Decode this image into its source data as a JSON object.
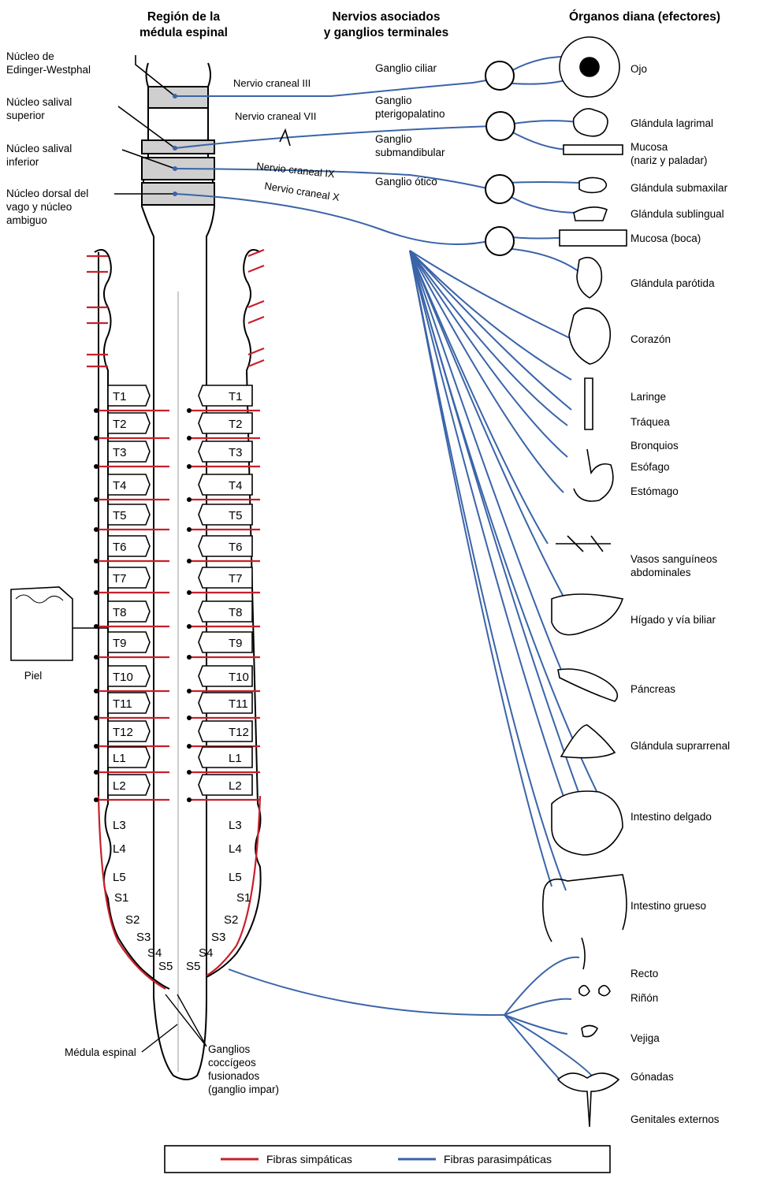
{
  "headers": {
    "spinal_region": [
      "Región de la",
      "médula espinal"
    ],
    "nerves_ganglia": [
      "Nervios asociados",
      "y ganglios terminales"
    ],
    "target_organs": "Órganos diana (efectores)"
  },
  "nuclei": [
    [
      "Núcleo de",
      "Edinger-Westphal"
    ],
    [
      "Núcleo salival",
      "superior"
    ],
    [
      "Núcleo salival",
      "inferior"
    ],
    [
      "Núcleo dorsal del",
      "vago y núcleo",
      "ambiguo"
    ]
  ],
  "cranial_nerves": [
    "Nervio craneal III",
    "Nervio craneal VII",
    "Nervio craneal IX",
    "Nervio craneal X"
  ],
  "ganglia": [
    [
      "Ganglio ciliar"
    ],
    [
      "Ganglio",
      "pterigopalatino"
    ],
    [
      "Ganglio",
      "submandibular"
    ],
    [
      "Ganglio ótico"
    ]
  ],
  "segments": [
    "T1",
    "T2",
    "T3",
    "T4",
    "T5",
    "T6",
    "T7",
    "T8",
    "T9",
    "T10",
    "T11",
    "T12",
    "L1",
    "L2",
    "L3",
    "L4",
    "L5",
    "S1",
    "S2",
    "S3",
    "S4",
    "S5"
  ],
  "organs": [
    [
      "Ojo"
    ],
    [
      "Glándula lagrimal"
    ],
    [
      "Mucosa",
      "(nariz y paladar)"
    ],
    [
      "Glándula submaxilar"
    ],
    [
      "Glándula sublingual"
    ],
    [
      "Mucosa (boca)"
    ],
    [
      "Glándula parótida"
    ],
    [
      "Corazón"
    ],
    [
      "Laringe"
    ],
    [
      "Tráquea"
    ],
    [
      "Bronquios"
    ],
    [
      "Esófago"
    ],
    [
      "Estómago"
    ],
    [
      "Vasos sanguíneos",
      "abdominales"
    ],
    [
      "Hígado y vía biliar"
    ],
    [
      "Páncreas"
    ],
    [
      "Glándula suprarrenal"
    ],
    [
      "Intestino delgado"
    ],
    [
      "Intestino grueso"
    ],
    [
      "Recto"
    ],
    [
      "Riñón"
    ],
    [
      "Vejiga"
    ],
    [
      "Gónadas"
    ],
    [
      "Genitales externos"
    ]
  ],
  "skin_label": "Piel",
  "spinal_cord_label": "Médula espinal",
  "coccygeal_label": [
    "Ganglios",
    "coccígeos",
    "fusionados",
    "(ganglio impar)"
  ],
  "legend": {
    "sympathetic": "Fibras simpáticas",
    "parasympathetic": "Fibras parasimpáticas"
  },
  "colors": {
    "sympathetic": "#c8202a",
    "parasympathetic": "#3a64a8",
    "gray_segment": "#cfcfcf"
  }
}
